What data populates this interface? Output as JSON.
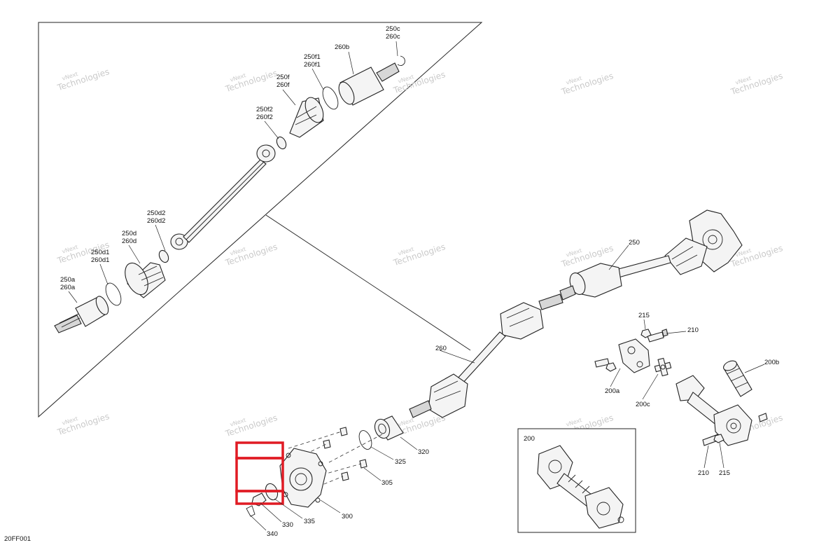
{
  "diagram": {
    "figure_code": "20FF001",
    "watermark_line1": "vNext",
    "watermark_line2": "Technologies",
    "inset_label": "200",
    "highlight_color": "#e01b24",
    "callouts": {
      "c250c": "250c",
      "c260c": "260c",
      "c260b": "260b",
      "c250f1": "250f1",
      "c260f1": "260f1",
      "c250f": "250f",
      "c260f": "260f",
      "c250f2": "250f2",
      "c260f2": "260f2",
      "c250d2": "250d2",
      "c260d2": "260d2",
      "c250d": "250d",
      "c260d": "260d",
      "c250d1": "250d1",
      "c260d1": "260d1",
      "c250a": "250a",
      "c260a": "260a",
      "c250": "250",
      "c260": "260",
      "c215a": "215",
      "c210a": "210",
      "c200a": "200a",
      "c200c": "200c",
      "c200b": "200b",
      "c210b": "210",
      "c215b": "215",
      "c320": "320",
      "c325": "325",
      "c305": "305",
      "c300": "300",
      "c335": "335",
      "c330": "330",
      "c340": "340"
    }
  }
}
